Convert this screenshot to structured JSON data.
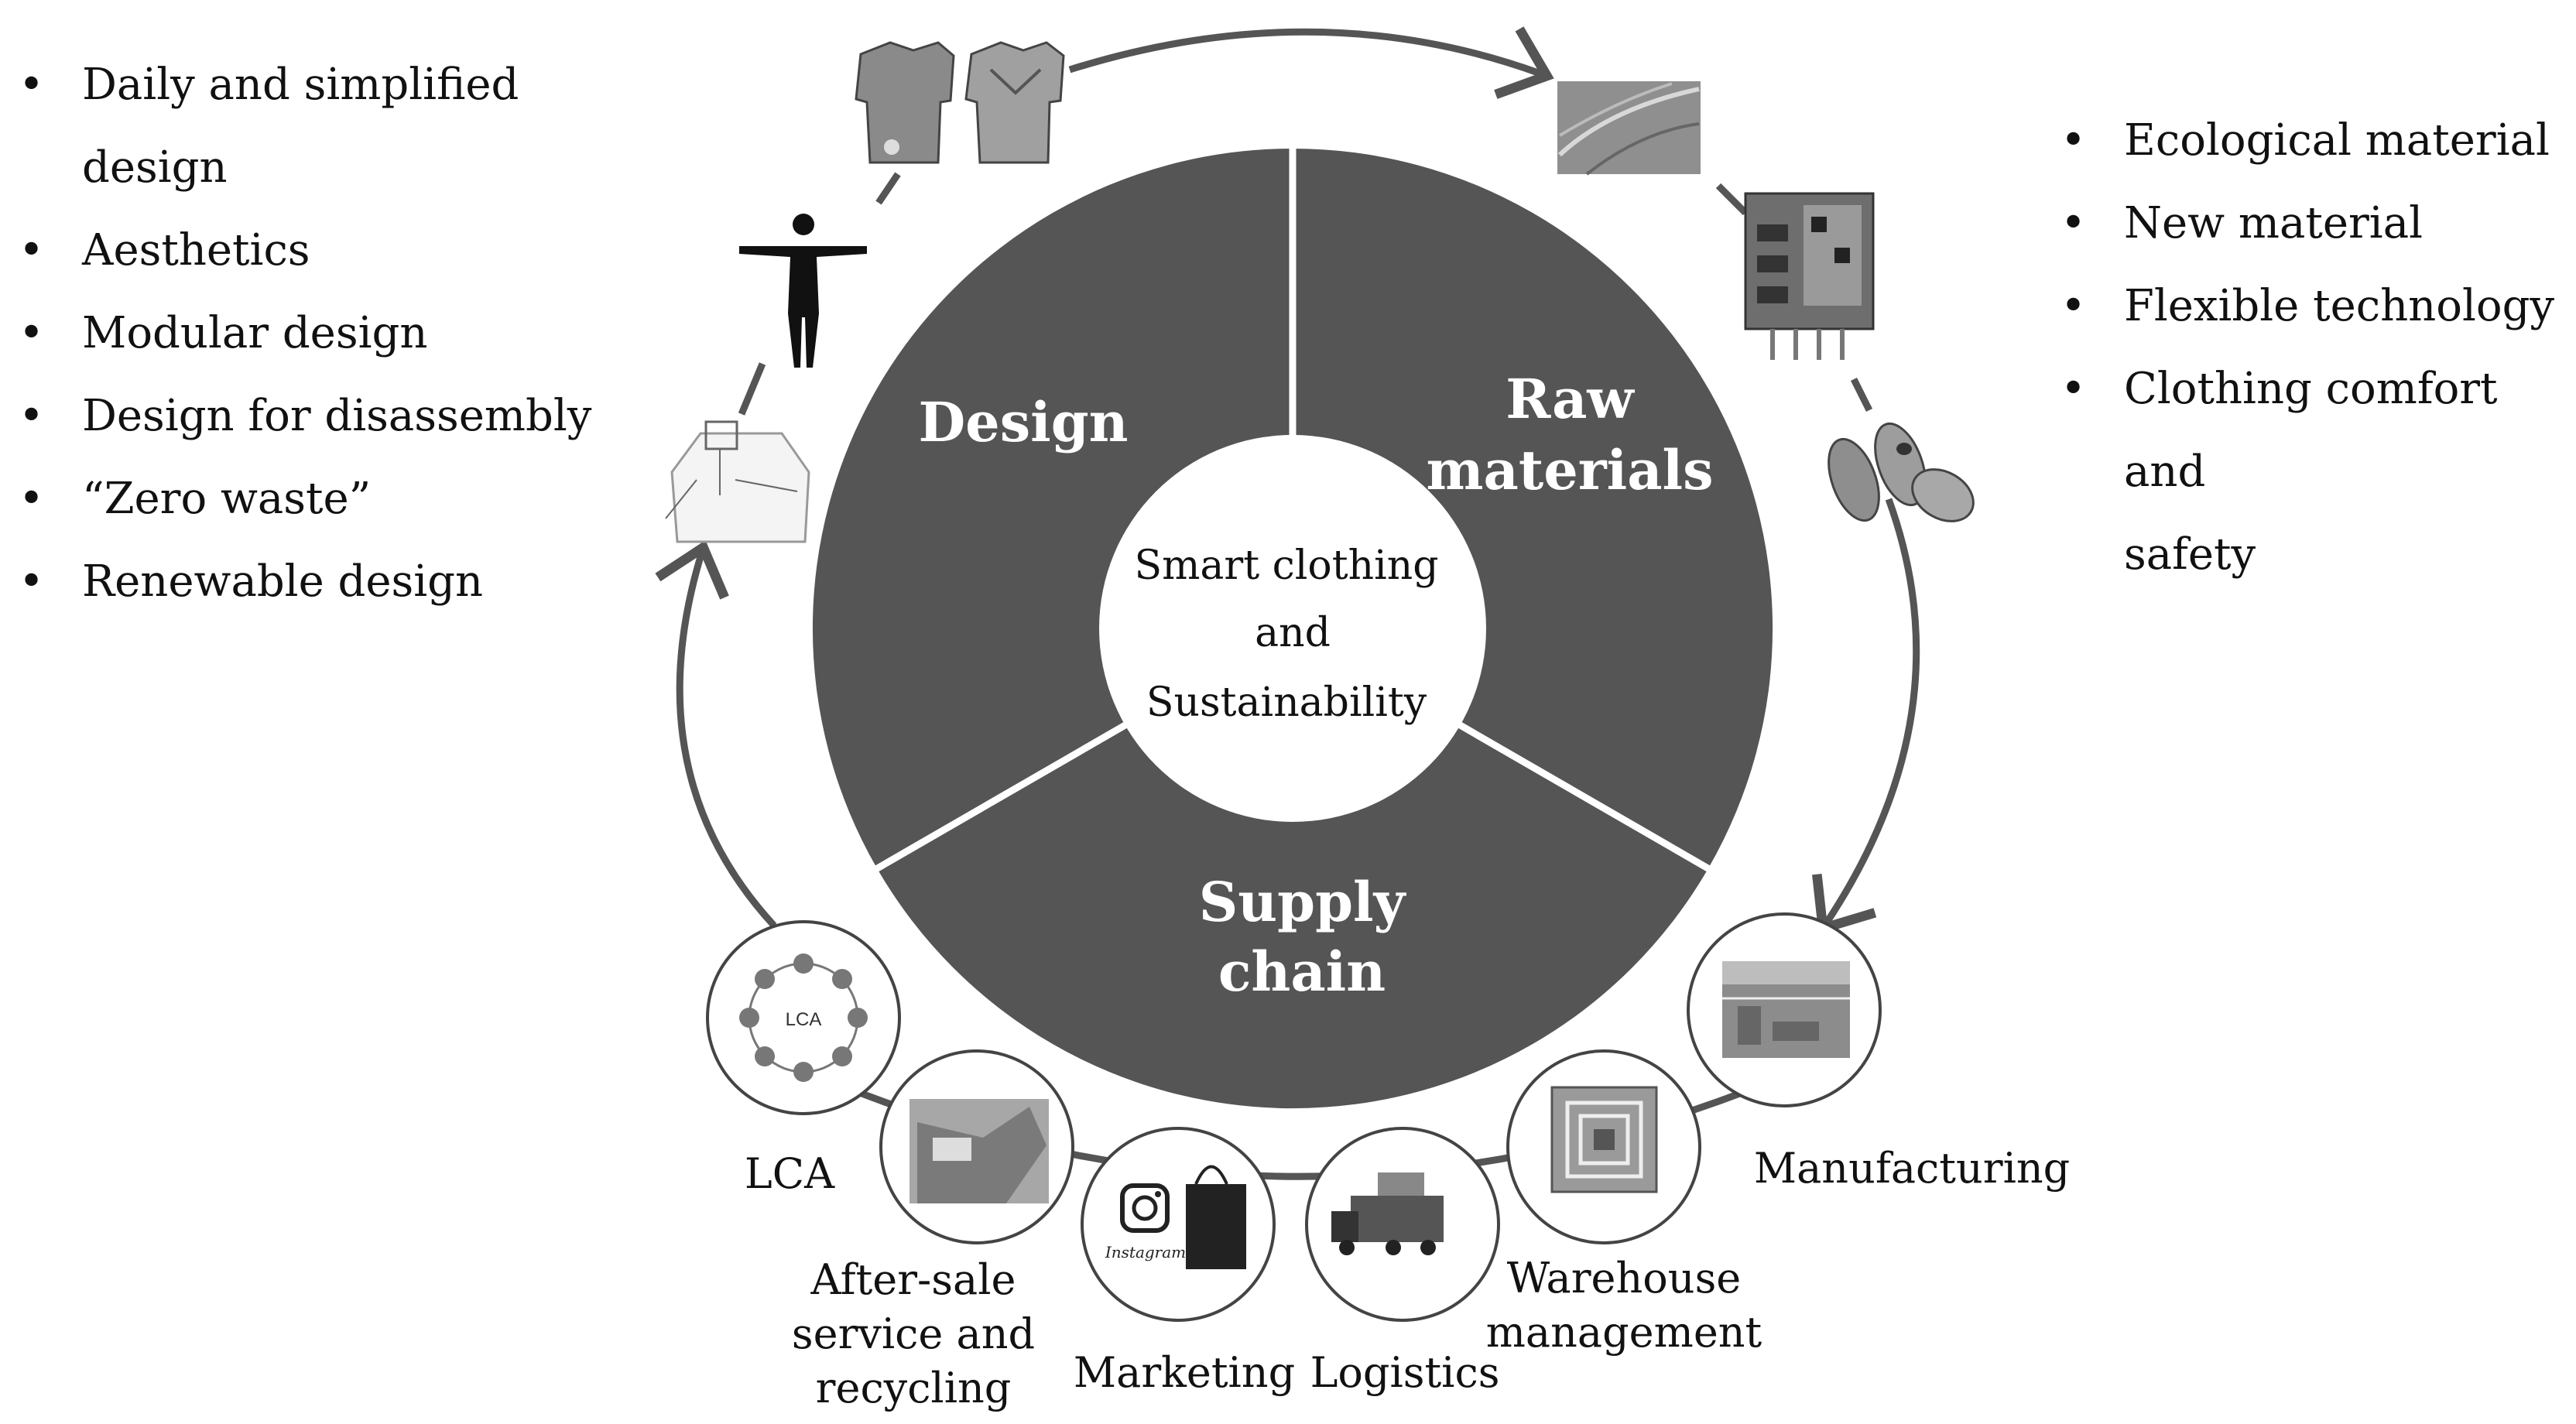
{
  "center": {
    "line1": "Smart clothing",
    "line2": "and",
    "line3": "Sustainability"
  },
  "segments": {
    "design": "Design",
    "raw_materials_1": "Raw",
    "raw_materials_2": "materials",
    "supply_chain_1": "Supply",
    "supply_chain_2": "chain"
  },
  "design_points": [
    {
      "line1": "Daily and simplified",
      "line2": "design"
    },
    {
      "line1": "Aesthetics"
    },
    {
      "line1": "Modular design"
    },
    {
      "line1": "Design for disassembly"
    },
    {
      "line1": "“Zero waste”"
    },
    {
      "line1": "Renewable design"
    }
  ],
  "material_points": [
    {
      "line1": "Ecological material"
    },
    {
      "line1": "New material"
    },
    {
      "line1": "Flexible technology"
    },
    {
      "line1": "Clothing comfort and",
      "line2": "safety"
    }
  ],
  "supply_chain_steps": {
    "manufacturing": "Manufacturing",
    "warehouse_1": "Warehouse",
    "warehouse_2": "management",
    "logistics": "Logistics",
    "marketing": "Marketing",
    "after_sale_1": "After-sale",
    "after_sale_2": "service and",
    "after_sale_3": "recycling",
    "lca": "LCA"
  },
  "icon_texts": {
    "lca_badge": "LCA",
    "instagram": "Instagram"
  },
  "colors": {
    "segment_fill": "#555555",
    "arrow": "#555555",
    "text": "#111111"
  }
}
